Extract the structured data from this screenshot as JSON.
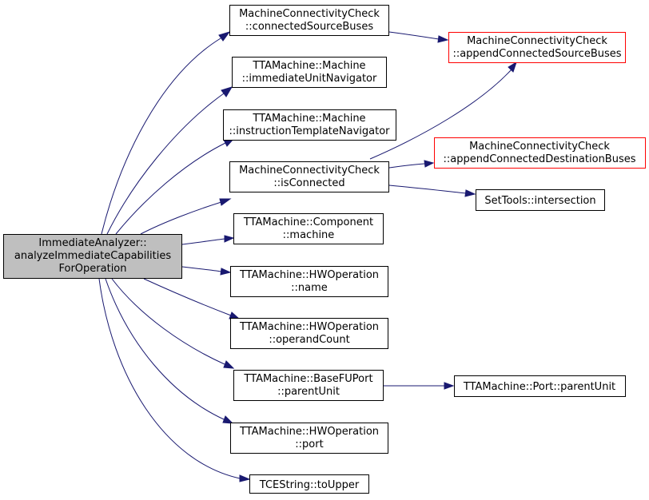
{
  "colors": {
    "edge": "#191970",
    "node_border": "#000000",
    "external_border": "#ff0000",
    "root_fill": "#bfbfbf",
    "node_fill": "#ffffff"
  },
  "nodes": {
    "root": [
      "ImmediateAnalyzer::",
      "analyzeImmediateCapabilities",
      "ForOperation"
    ],
    "connectedSourceBuses": [
      "MachineConnectivityCheck",
      "::connectedSourceBuses"
    ],
    "immediateUnitNavigator": [
      "TTAMachine::Machine",
      "::immediateUnitNavigator"
    ],
    "instructionTemplateNavigator": [
      "TTAMachine::Machine",
      "::instructionTemplateNavigator"
    ],
    "isConnected": [
      "MachineConnectivityCheck",
      "::isConnected"
    ],
    "componentMachine": [
      "TTAMachine::Component",
      "::machine"
    ],
    "hwName": [
      "TTAMachine::HWOperation",
      "::name"
    ],
    "hwOperandCount": [
      "TTAMachine::HWOperation",
      "::operandCount"
    ],
    "baseFUPortParentUnit": [
      "TTAMachine::BaseFUPort",
      "::parentUnit"
    ],
    "hwPort": [
      "TTAMachine::HWOperation",
      "::port"
    ],
    "toUpper": [
      "TCEString::toUpper"
    ],
    "appendConnectedSourceBuses": [
      "MachineConnectivityCheck",
      "::appendConnectedSourceBuses"
    ],
    "appendConnectedDestinationBuses": [
      "MachineConnectivityCheck",
      "::appendConnectedDestinationBuses"
    ],
    "intersection": [
      "SetTools::intersection"
    ],
    "portParentUnit": [
      "TTAMachine::Port::parentUnit"
    ]
  }
}
